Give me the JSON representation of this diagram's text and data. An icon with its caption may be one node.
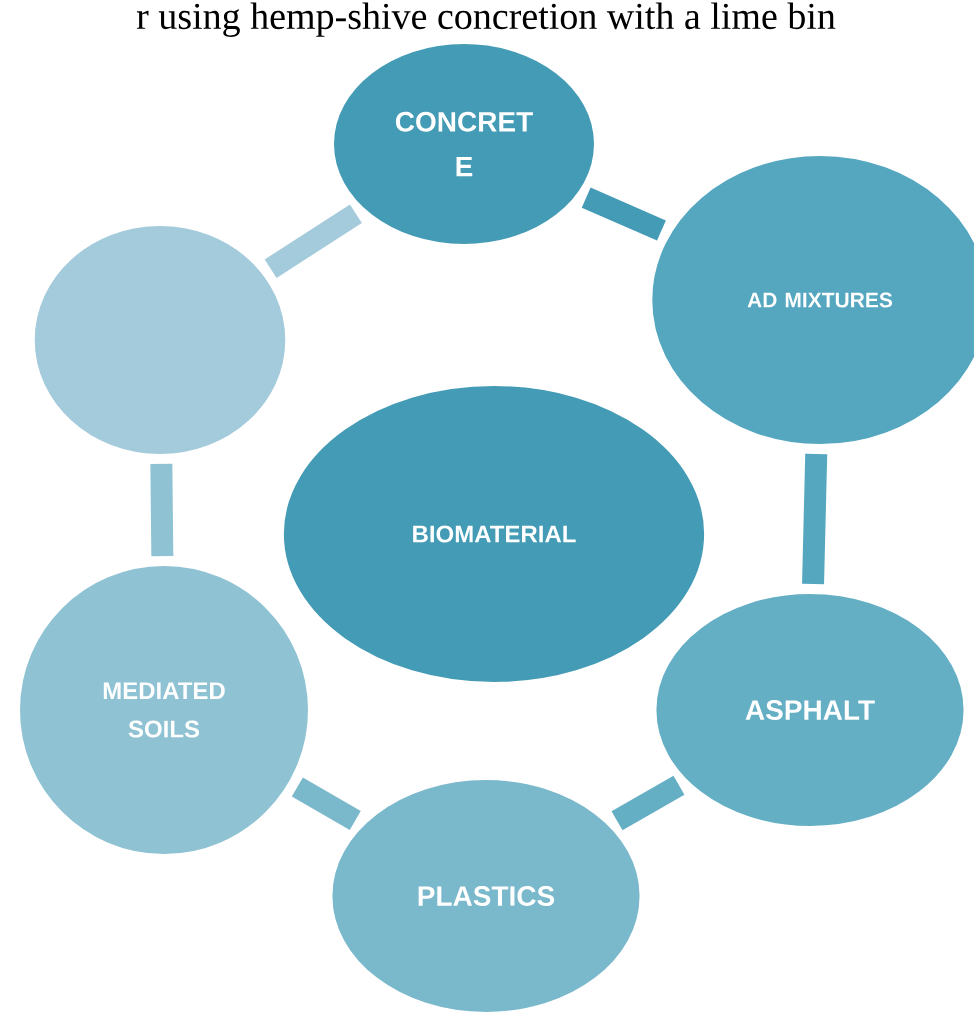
{
  "diagram": {
    "nodes": [
      {
        "text": [
          "CONCRET E"
        ]
      },
      {
        "text": [
          "AD MIXTURES"
        ]
      },
      {
        "text": [
          "ASPHALT"
        ]
      },
      {
        "text": [
          "PLASTICS"
        ]
      },
      {
        "text": [
          "MEDIATED SOILS"
        ]
      },
      {
        "text": [],
        "shape": "circle"
      },
      {
        "text": [
          "BIOMATERIAL"
        ]
      }
    ],
    "edges": [
      {
        "from": 0,
        "to": 1,
        "arrow": "none",
        "color": "#449bb5"
      },
      {
        "from": 1,
        "to": 2,
        "arrow": "none",
        "color": "#55a7c0"
      },
      {
        "from": 2,
        "to": 3,
        "arrow": "none",
        "color": "#65afc5"
      },
      {
        "from": 3,
        "to": 4,
        "arrow": "none",
        "color": "#7ab8cb"
      },
      {
        "from": 4,
        "to": 5,
        "arrow": "none",
        "color": "#8fc3d3"
      },
      {
        "from": 5,
        "to": 0,
        "arrow": "none",
        "color": "#a4cbdb"
      }
    ],
    "labels": [
      "r using hemp-shive concretion with a lime bin"
    ]
  }
}
